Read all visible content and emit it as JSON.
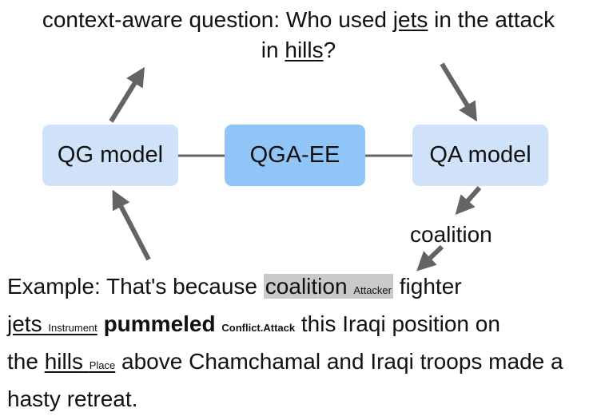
{
  "question": {
    "prefix": "context-aware question: Who used ",
    "kw1": "jets",
    "mid": " in the attack",
    "line2_pre": "in ",
    "kw2": "hills",
    "suffix": "?"
  },
  "boxes": {
    "qg": "QG model",
    "qga": "QGA-EE",
    "qa": "QA model"
  },
  "answer": "coalition",
  "example": {
    "prefix": "Example: That's because ",
    "arg1": "coalition",
    "role1": "Attacker",
    "t1": " fighter",
    "arg2": "jets",
    "role2": "Instrument",
    "trigger": "pummeled",
    "event_type": "Conflict.Attack",
    "t2": " this Iraqi position on",
    "t3": "the ",
    "arg3": "hills",
    "role3": "Place",
    "t4": " above Chamchamal and Iraqi troops made a hasty retreat."
  },
  "colors": {
    "box_light": "#cfe2f9",
    "box_center": "#90c5f8",
    "arrow": "#646464",
    "highlight": "#c9c9c9"
  }
}
